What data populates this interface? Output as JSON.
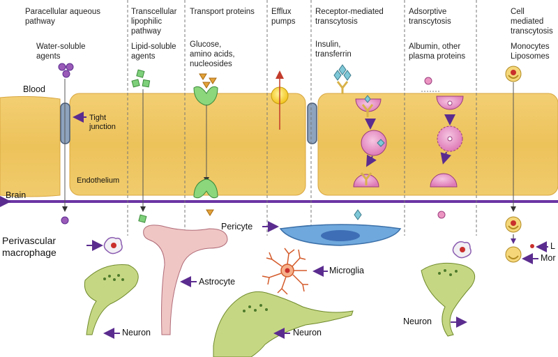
{
  "columns": [
    {
      "title": "Paracellular aqueous\npathway",
      "agents": "Water-soluble\nagents"
    },
    {
      "title": "Transcellular\nlipophilic\npathway",
      "agents": "Lipid-soluble\nagents"
    },
    {
      "title": "Transport proteins",
      "agents": "Glucose,\namino acids,\nnucleosides"
    },
    {
      "title": "Efflux\npumps",
      "agents": ""
    },
    {
      "title": "Receptor-mediated\ntranscytosis",
      "agents": "Insulin,\ntransferrin"
    },
    {
      "title": "Adsorptive\ntranscytosis",
      "agents": "Albumin, other\nplasma proteins"
    },
    {
      "title": "Cell mediated\ntranscytosis",
      "agents": "Monocytes\nLiposomes"
    }
  ],
  "labels": {
    "blood": "Blood",
    "brain": "Brain",
    "tight_junction": "Tight\njunction",
    "endothelium": "Endothelium",
    "perivascular_macrophage": "Perivascular\nmacrophage",
    "astrocyte": "Astrocyte",
    "pericyte": "Pericyte",
    "microglia": "Microglia",
    "neuron_left": "Neuron",
    "neuron_center": "Neuron",
    "neuron_right": "Neuron",
    "legend_l": "L",
    "legend_mor": "Mor"
  },
  "colors": {
    "endothelium_fill": "#ecc25a",
    "endothelium_edge": "#d8a640",
    "membrane": "#6b35a3",
    "arrow": "#5b2c8f",
    "vesicle": "#e888c0",
    "neuron_fill": "#c6d784",
    "astrocyte_fill": "#efc6c4",
    "pericyte_fill": "#6fa8dc",
    "microglia": "#d35a2a",
    "junction": "#8ea3bd",
    "divider": "#777777"
  }
}
